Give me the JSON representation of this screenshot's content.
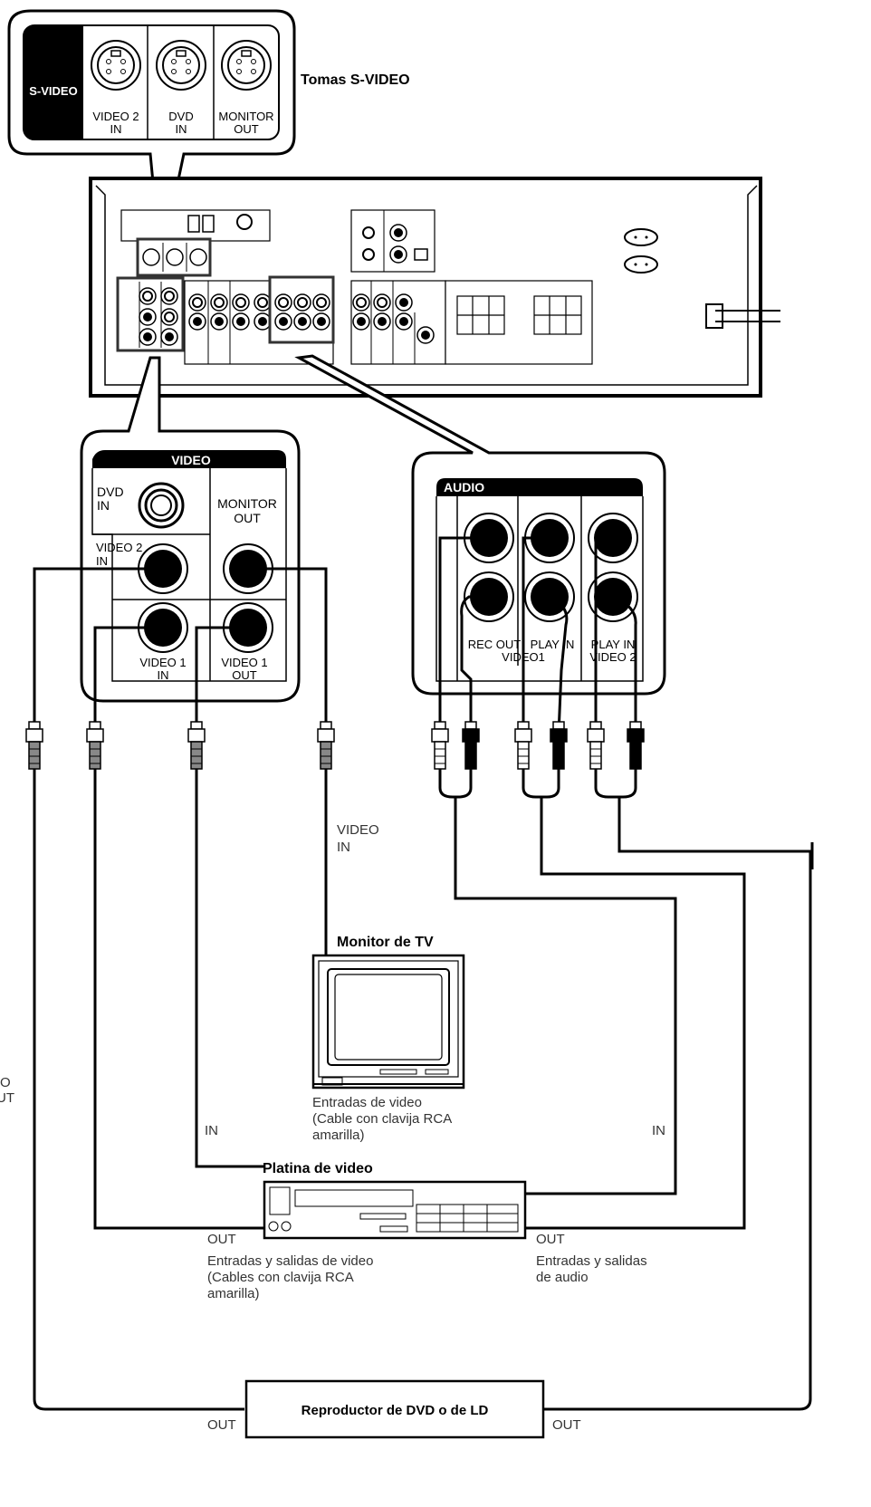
{
  "svideo_panel": {
    "header": "S-VIDEO",
    "jacks": [
      {
        "line1": "VIDEO 2",
        "line2": "IN"
      },
      {
        "line1": "DVD",
        "line2": "IN"
      },
      {
        "line1": "MONITOR",
        "line2": "OUT"
      }
    ],
    "caption": "Tomas S-VIDEO"
  },
  "video_panel": {
    "header": "VIDEO",
    "dvd_in": [
      "DVD",
      "IN"
    ],
    "video2_in": [
      "VIDEO 2",
      "IN"
    ],
    "monitor_out": [
      "MONITOR",
      "OUT"
    ],
    "video1_in": [
      "VIDEO 1",
      "IN"
    ],
    "video1_out": [
      "VIDEO 1",
      "OUT"
    ]
  },
  "audio_panel": {
    "header": "AUDIO",
    "rec_out": "REC OUT",
    "play_in_1": "PLAY IN",
    "video1": "VIDEO1",
    "play_in_2": [
      "PLAY IN",
      "VIDEO 2"
    ]
  },
  "tv": {
    "title": "Monitor de TV",
    "input_label": [
      "VIDEO",
      "IN"
    ],
    "caption": [
      "Entradas de video",
      "(Cable con clavija RCA",
      "amarilla)"
    ]
  },
  "vcr": {
    "title": "Platina de video",
    "in_left": "IN",
    "in_right": "IN",
    "out_left": "OUT",
    "out_right": "OUT",
    "caption_left": [
      "Entradas y salidas de video",
      "(Cables con clavija RCA",
      "amarilla)"
    ],
    "caption_right": [
      "Entradas y salidas",
      "de audio"
    ]
  },
  "dvd_player": {
    "title": "Reproductor de DVD o de LD",
    "out_left": "OUT",
    "out_right": "OUT"
  },
  "edge_label": [
    "O",
    "UT"
  ]
}
